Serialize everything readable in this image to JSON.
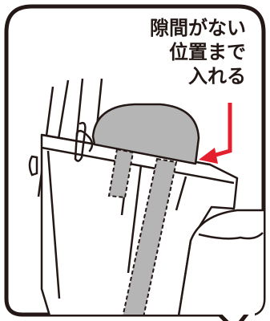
{
  "caption": {
    "line1": "隙間がない",
    "line2": "位置まで",
    "line3": "入れる"
  },
  "colors": {
    "outline": "#231815",
    "arrow": "#e5202e",
    "part_fill": "#b5b5b6",
    "background": "#ffffff"
  },
  "icons": {
    "arrow": "down-left-arrow-icon"
  }
}
